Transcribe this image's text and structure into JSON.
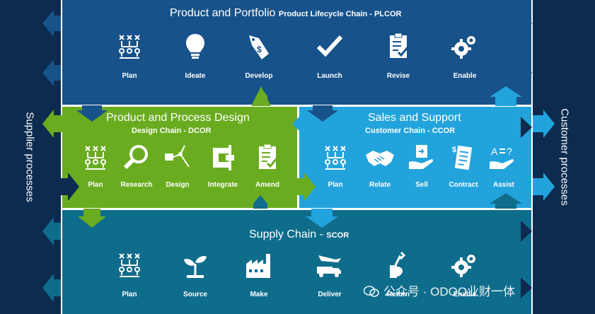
{
  "colors": {
    "outer": "#0c2b4f",
    "product_band": "#17528a",
    "design_band": "#6aac1f",
    "sales_band": "#23a3dc",
    "supply_band": "#0f6d8c",
    "divider": "#ffffff"
  },
  "sides": {
    "left": "Supplier processes",
    "right": "Customer processes"
  },
  "product": {
    "title": "Product and Portfolio",
    "subtitle": "Product Lifecycle Chain - PLCOR",
    "items": [
      {
        "label": "Plan",
        "icon": "plan-icon"
      },
      {
        "label": "Ideate",
        "icon": "lightbulb-icon"
      },
      {
        "label": "Develop",
        "icon": "price-tag-icon"
      },
      {
        "label": "Launch",
        "icon": "checkmark-icon"
      },
      {
        "label": "Revise",
        "icon": "clipboard-check-icon"
      },
      {
        "label": "Enable",
        "icon": "gears-icon"
      }
    ]
  },
  "design": {
    "title": "Product and Process Design",
    "subtitle": "Design Chain - DCOR",
    "items": [
      {
        "label": "Plan",
        "icon": "plan-icon"
      },
      {
        "label": "Research",
        "icon": "magnifier-icon"
      },
      {
        "label": "Design",
        "icon": "drafting-tool-icon"
      },
      {
        "label": "Integrate",
        "icon": "clamp-icon"
      },
      {
        "label": "Amend",
        "icon": "clipboard-check-icon"
      }
    ]
  },
  "sales": {
    "title": "Sales and Support",
    "subtitle": "Customer Chain - CCOR",
    "items": [
      {
        "label": "Plan",
        "icon": "plan-icon"
      },
      {
        "label": "Relate",
        "icon": "handshake-icon"
      },
      {
        "label": "Sell",
        "icon": "hand-box-icon"
      },
      {
        "label": "Contract",
        "icon": "contract-icon"
      },
      {
        "label": "Assist",
        "icon": "hand-translate-icon"
      }
    ]
  },
  "supply": {
    "title": "Supply Chain",
    "subtitle": "SCOR",
    "items": [
      {
        "label": "Plan",
        "icon": "plan-icon"
      },
      {
        "label": "Source",
        "icon": "sprout-icon"
      },
      {
        "label": "Make",
        "icon": "factory-icon"
      },
      {
        "label": "Deliver",
        "icon": "truck-plane-icon"
      },
      {
        "label": "Return",
        "icon": "hand-wrench-icon"
      },
      {
        "label": "Enable",
        "icon": "gears-icon"
      }
    ]
  },
  "watermark": {
    "text": "公众号 · ODOO业财一体",
    "icon": "wechat-icon"
  }
}
